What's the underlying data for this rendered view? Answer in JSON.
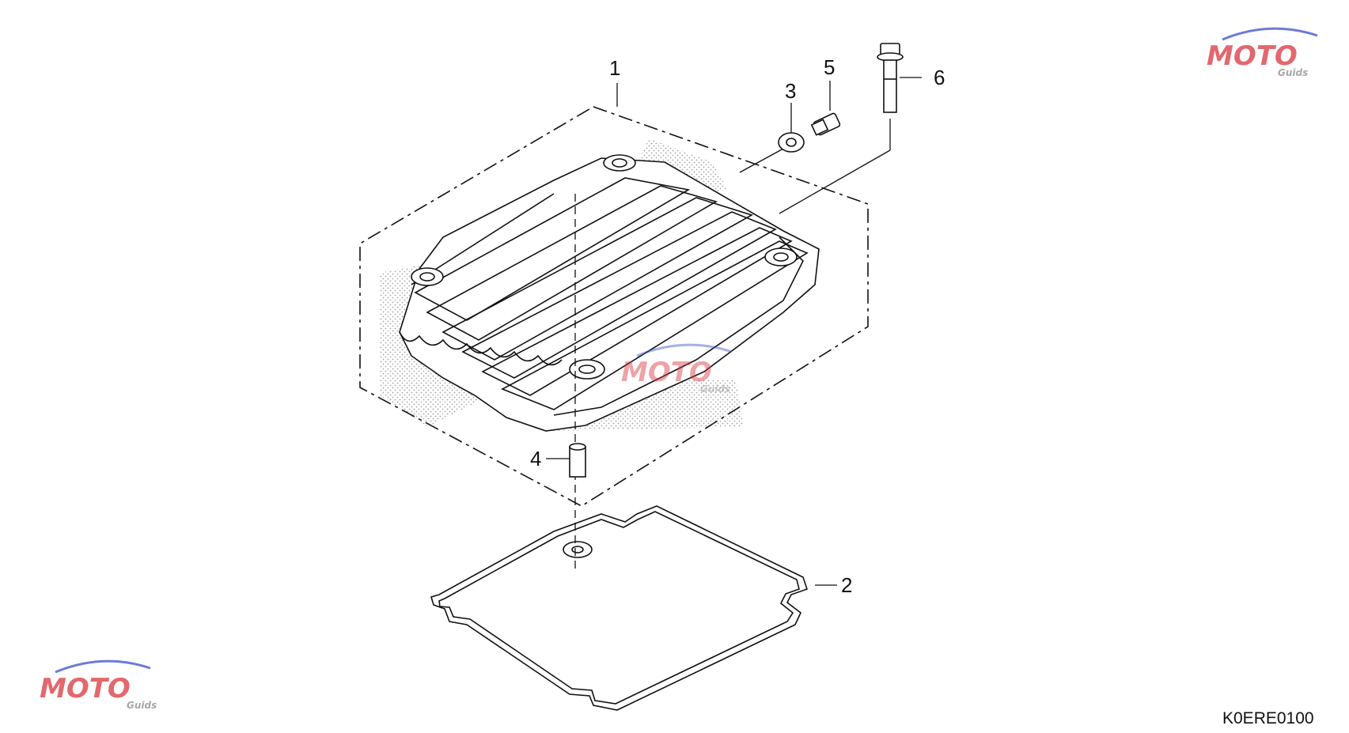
{
  "diagram": {
    "callouts": [
      {
        "id": "1",
        "label": "1"
      },
      {
        "id": "2",
        "label": "2"
      },
      {
        "id": "3",
        "label": "3"
      },
      {
        "id": "4",
        "label": "4"
      },
      {
        "id": "5",
        "label": "5"
      },
      {
        "id": "6",
        "label": "6"
      }
    ],
    "part_code": "K0ERE0100",
    "watermark": {
      "main": "MOTO",
      "sub": "Guids"
    },
    "colors": {
      "line": "#111111",
      "watermark_red": "#d9363e",
      "watermark_blue": "#3b4fc7",
      "watermark_gray": "#8a8a8a"
    }
  }
}
